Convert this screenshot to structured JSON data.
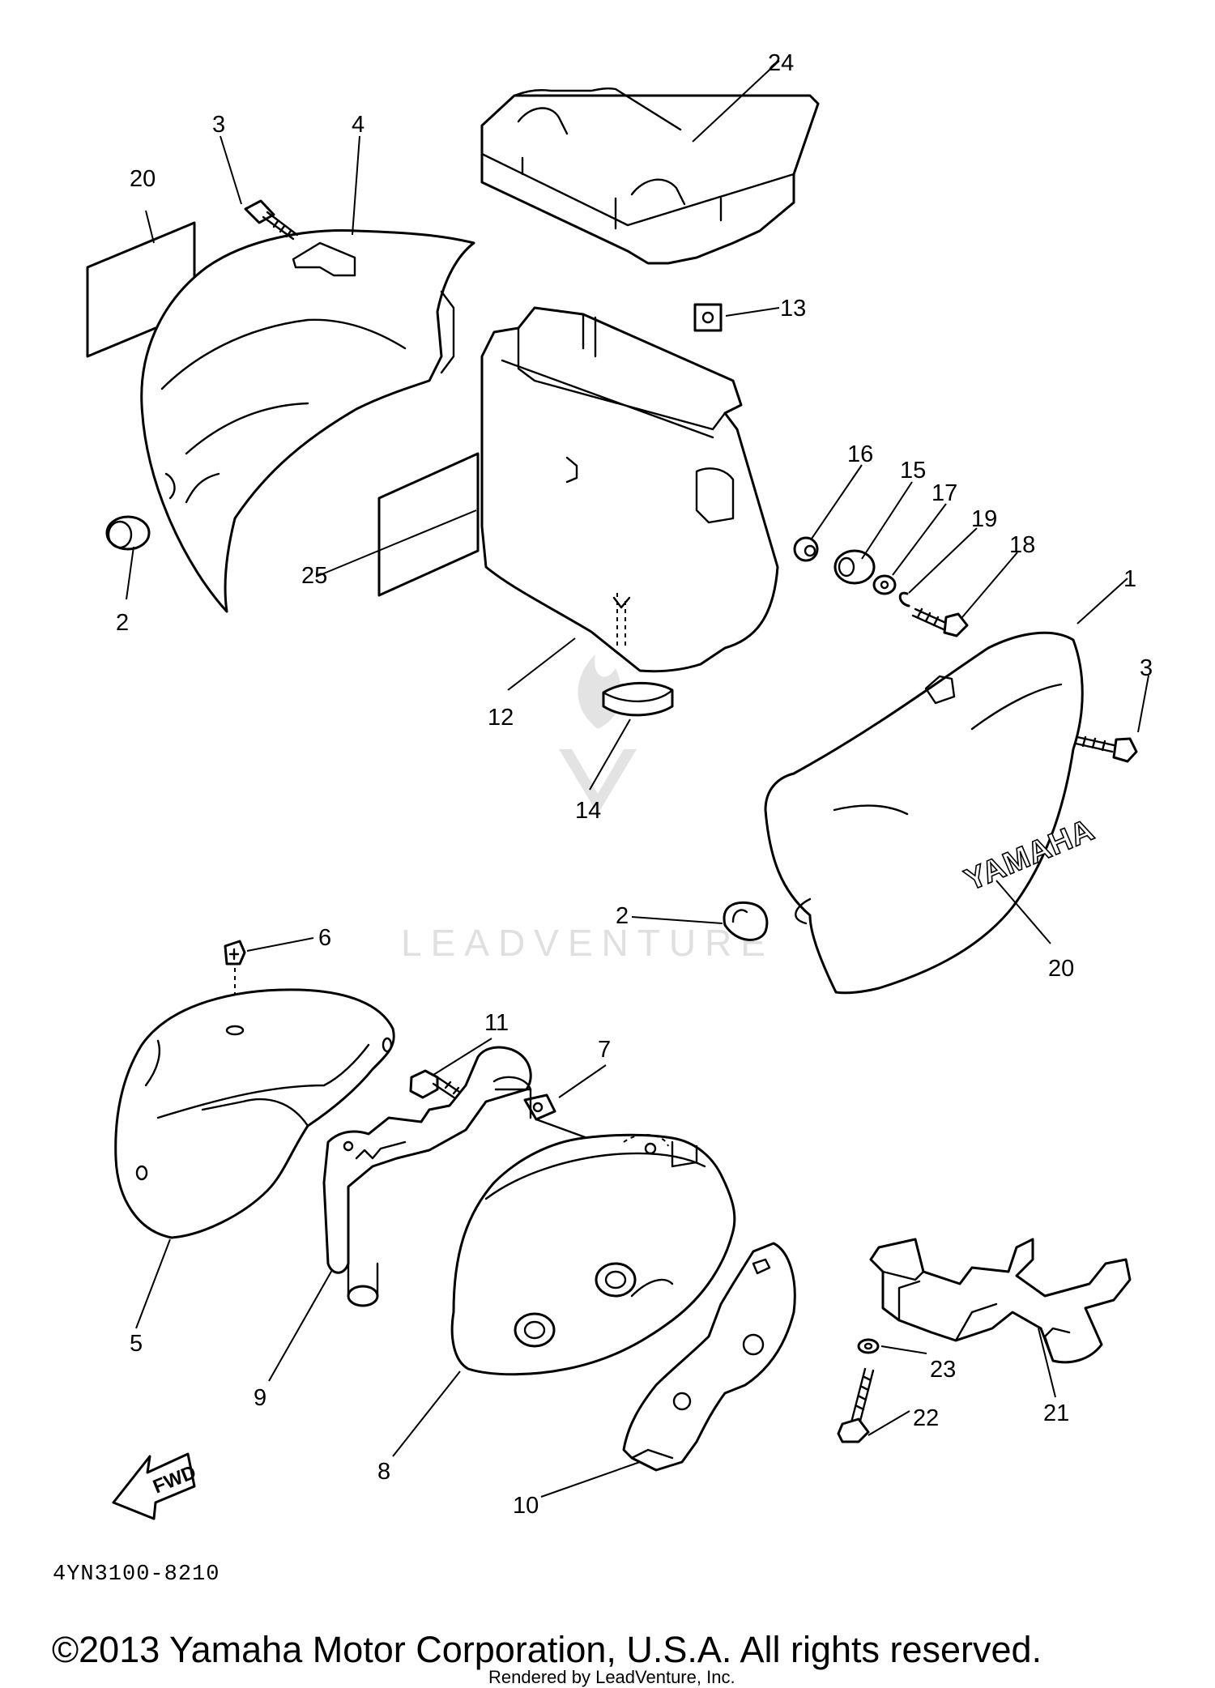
{
  "diagram": {
    "part_labels": [
      "1",
      "2",
      "2",
      "3",
      "3",
      "4",
      "5",
      "6",
      "7",
      "8",
      "9",
      "10",
      "11",
      "12",
      "13",
      "14",
      "15",
      "16",
      "17",
      "18",
      "19",
      "20",
      "20",
      "21",
      "22",
      "23",
      "24",
      "25"
    ],
    "drawing_code": "4YN3100-8210",
    "direction_marker": "FWD",
    "brand_decal_text": "YAMAHA",
    "watermark": "LEADVENTURE",
    "copyright": "©2013 Yamaha Motor Corporation, U.S.A. All rights reserved.",
    "rendered_by": "Rendered by LeadVenture, Inc."
  }
}
